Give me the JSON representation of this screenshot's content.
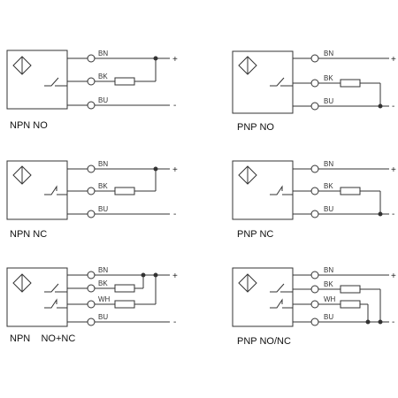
{
  "panels": [
    {
      "id": "npn-no",
      "caption": "NPN NO",
      "wires": [
        "BN",
        "BK",
        "BU"
      ],
      "plus": "+",
      "minus": "-"
    },
    {
      "id": "pnp-no",
      "caption": "PNP NO",
      "wires": [
        "BN",
        "BK",
        "BU"
      ],
      "plus": "+",
      "minus": "-"
    },
    {
      "id": "npn-nc",
      "caption": "NPN NC",
      "wires": [
        "BN",
        "BK",
        "BU"
      ],
      "plus": "+",
      "minus": "-"
    },
    {
      "id": "pnp-nc",
      "caption": "PNP NC",
      "wires": [
        "BN",
        "BK",
        "BU"
      ],
      "plus": "+",
      "minus": "-"
    },
    {
      "id": "npn-nonc",
      "caption": "NPN    NO+NC",
      "wires": [
        "BN",
        "BK",
        "WH",
        "BU"
      ],
      "plus": "+",
      "minus": "-"
    },
    {
      "id": "pnp-nonc",
      "caption": "PNP NO/NC",
      "wires": [
        "BN",
        "BK",
        "WH",
        "BU"
      ],
      "plus": "+",
      "minus": "-"
    }
  ],
  "colors": {
    "line": "#333333"
  }
}
